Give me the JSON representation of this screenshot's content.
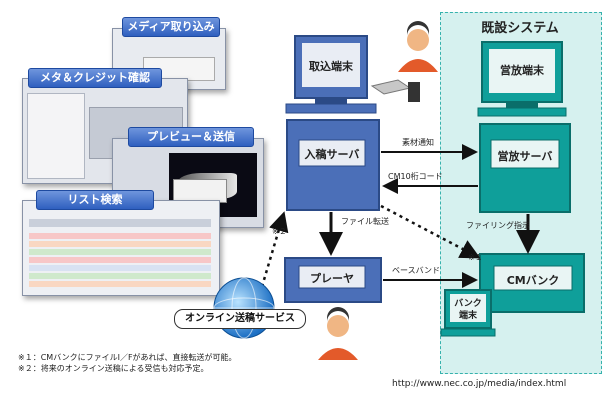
{
  "screens": {
    "media_import": "メディア取り込み",
    "meta_credit": "メタ＆クレジット確認",
    "preview_send": "プレビュー＆送信",
    "list_search": "リスト検索"
  },
  "nodes": {
    "intake_terminal": "取込端末",
    "intake_server": "入稿サーバ",
    "player": "プレーヤ",
    "online_service": "オンライン送稿サービス",
    "existing_system": "既設システム",
    "broadcast_terminal": "営放端末",
    "broadcast_server": "営放サーバ",
    "cm_bank": "CMバンク",
    "bank_terminal_line1": "バンク",
    "bank_terminal_line2": "端末"
  },
  "edges": {
    "material_notice": "素材通知",
    "cm_code": "CM10桁コード",
    "file_transfer": "ファイル転送",
    "filing_instruction": "ファイリング指示",
    "baseband": "ベースバンド",
    "mark1": "※１",
    "mark2": "※２"
  },
  "footnotes": {
    "note1": "※１：CMバンクにファイルI／Fがあれば、直接転送が可能。",
    "note2": "※２：将来のオンライン送稿による受信も対応予定。"
  },
  "url": "http://www.nec.co.jp/media/index.html",
  "colors": {
    "existing_bg": "#d6f1ef",
    "existing_border": "#36b2ad",
    "pc_blue": "#4b6fb8",
    "teal_pc": "#0f9f9a",
    "button_blue": "#3f6fd0"
  }
}
